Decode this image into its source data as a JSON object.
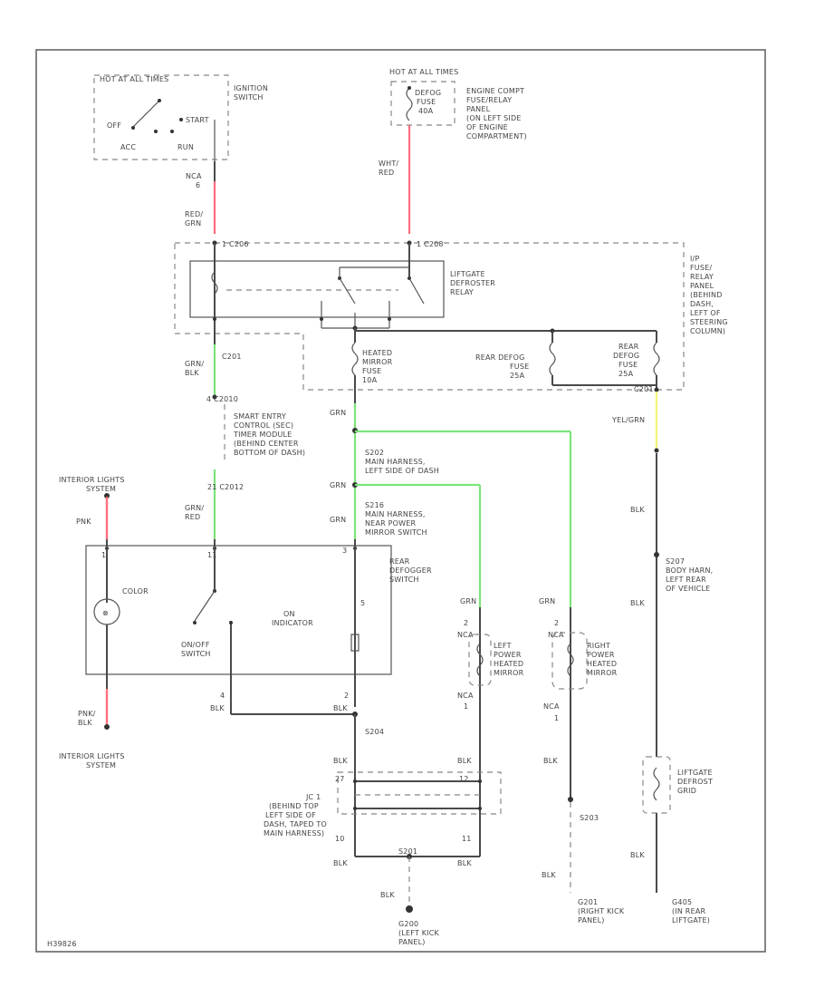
{
  "labels": {
    "hot_run_start": "HOT AT ALL TIMES",
    "ignition_switch": [
      "IGNITION",
      "SWITCH"
    ],
    "ign_off": "OFF",
    "ign_start": "START",
    "ign_acc": "ACC",
    "ign_run": "RUN",
    "hot_all_times": "HOT AT ALL TIMES",
    "defog_fuse_top": [
      "DEFOG",
      "FUSE",
      "40A"
    ],
    "engine_comp_panel": [
      "ENGINE COMPT",
      "FUSE/RELAY",
      "PANEL",
      "(ON LEFT SIDE",
      "OF ENGINE",
      "COMPARTMENT)"
    ],
    "wire_nca_6": [
      "NCA",
      "6"
    ],
    "wire_red_grn": [
      "RED/",
      "GRN"
    ],
    "wire_wht_red": [
      "WHT/",
      "RED"
    ],
    "conn_1_c206": "1  C206",
    "conn_1_c208": "1  C208",
    "liftgate_relay": [
      "LIFTGATE",
      "DEFROSTER",
      "RELAY"
    ],
    "ip_fuse_panel": [
      "I/P",
      "FUSE/",
      "RELAY",
      "PANEL",
      "(BEHIND",
      "DASH,",
      "LEFT OF",
      "STEERING",
      "COLUMN)"
    ],
    "heated_mirror_fuse": [
      "HEATED",
      "MIRROR",
      "FUSE",
      "10A"
    ],
    "rear_defog_fuse": [
      "REAR DEFOG",
      "FUSE",
      "25A"
    ],
    "rear_defog_fuse2": [
      "REAR",
      "DEFOG",
      "FUSE",
      "25A"
    ],
    "c201_conn": "C201",
    "wire_grn_blk": [
      "GRN/",
      "BLK"
    ],
    "gem_conn": "4  C2010",
    "gem": [
      "SMART ENTRY",
      "CONTROL (SEC)",
      "TIMER MODULE",
      "(BEHIND CENTER",
      "BOTTOM OF DASH)"
    ],
    "wire_grn_1": "GRN",
    "wire_yel_grn": "YEL/GRN",
    "s202": [
      "S202",
      "MAIN HARNESS,",
      "LEFT SIDE OF DASH"
    ],
    "wire_grn_2": "GRN",
    "s216": [
      "S216",
      "MAIN HARNESS,",
      "NEAR POWER",
      "MIRROR SWITCH"
    ],
    "wire_grn_3": "GRN",
    "interior_lights_top": [
      "INTERIOR LIGHTS",
      "SYSTEM"
    ],
    "wire_pnk": "PNK",
    "conn_c2012": "21  C2012",
    "wire_grn_red": [
      "GRN/",
      "RED"
    ],
    "rear_defogger_switch": [
      "REAR",
      "DEFOGGER",
      "SWITCH"
    ],
    "color_pin": "COLOR",
    "on_indicator": [
      "ON",
      "INDICATOR"
    ],
    "on_off_switch": [
      "ON/OFF",
      "SWITCH"
    ],
    "pin_3_top": "3",
    "pin_5": "5",
    "wire_blk_right": "BLK",
    "s207": [
      "S207",
      "BODY HARN,",
      "LEFT REAR",
      "OF VEHICLE"
    ],
    "wire_blk_right2": "BLK",
    "wire_grn_left_mirror": "GRN",
    "left_mirror": [
      "LEFT",
      "POWER",
      "HEATED",
      "MIRROR"
    ],
    "wire_grn_right_mirror": "GRN",
    "right_mirror": [
      "RIGHT",
      "POWER",
      "HEATED",
      "MIRROR"
    ],
    "mirror_pins_left": [
      "2",
      "NCA",
      "1"
    ],
    "mirror_pins_right": [
      "2",
      "NCA",
      "1"
    ],
    "wire_pnk_blk": [
      "PNK/",
      "BLK"
    ],
    "interior_lights_bottom": [
      "INTERIOR LIGHTS",
      "SYSTEM"
    ],
    "pin_4": "4",
    "pin_2": "2",
    "wire_blk_a": "BLK",
    "wire_blk_b": "BLK",
    "s204": "S204",
    "wire_blk_c": "BLK",
    "wire_blk_d": "BLK",
    "wire_blk_e": "BLK",
    "jc1": [
      "JC 1",
      "(BEHIND TOP",
      "LEFT SIDE OF",
      "DASH, TAPED TO",
      "MAIN HARNESS)"
    ],
    "jc1_pins_left": [
      "27",
      "10"
    ],
    "jc1_pins_right": [
      "12",
      "11"
    ],
    "s203": "S203",
    "liftgate_grid": [
      "LIFTGATE",
      "DEFROST",
      "GRID"
    ],
    "wire_blk_f": "BLK",
    "wire_blk_g": "BLK",
    "wire_blk_h": "BLK",
    "wire_blk_i": "BLK",
    "g200": [
      "G200",
      "(LEFT KICK",
      "PANEL)"
    ],
    "g201": [
      "G201",
      "(RIGHT KICK",
      "PANEL)"
    ],
    "g405": [
      "G405",
      "(IN REAR",
      "LIFTGATE)"
    ],
    "fig_code": "H39826"
  },
  "colors": {
    "wire_red": "#ff6f7f",
    "wire_green": "#7de47a",
    "wire_yellow": "#f5f57a",
    "ink": "#4a4a4a"
  }
}
